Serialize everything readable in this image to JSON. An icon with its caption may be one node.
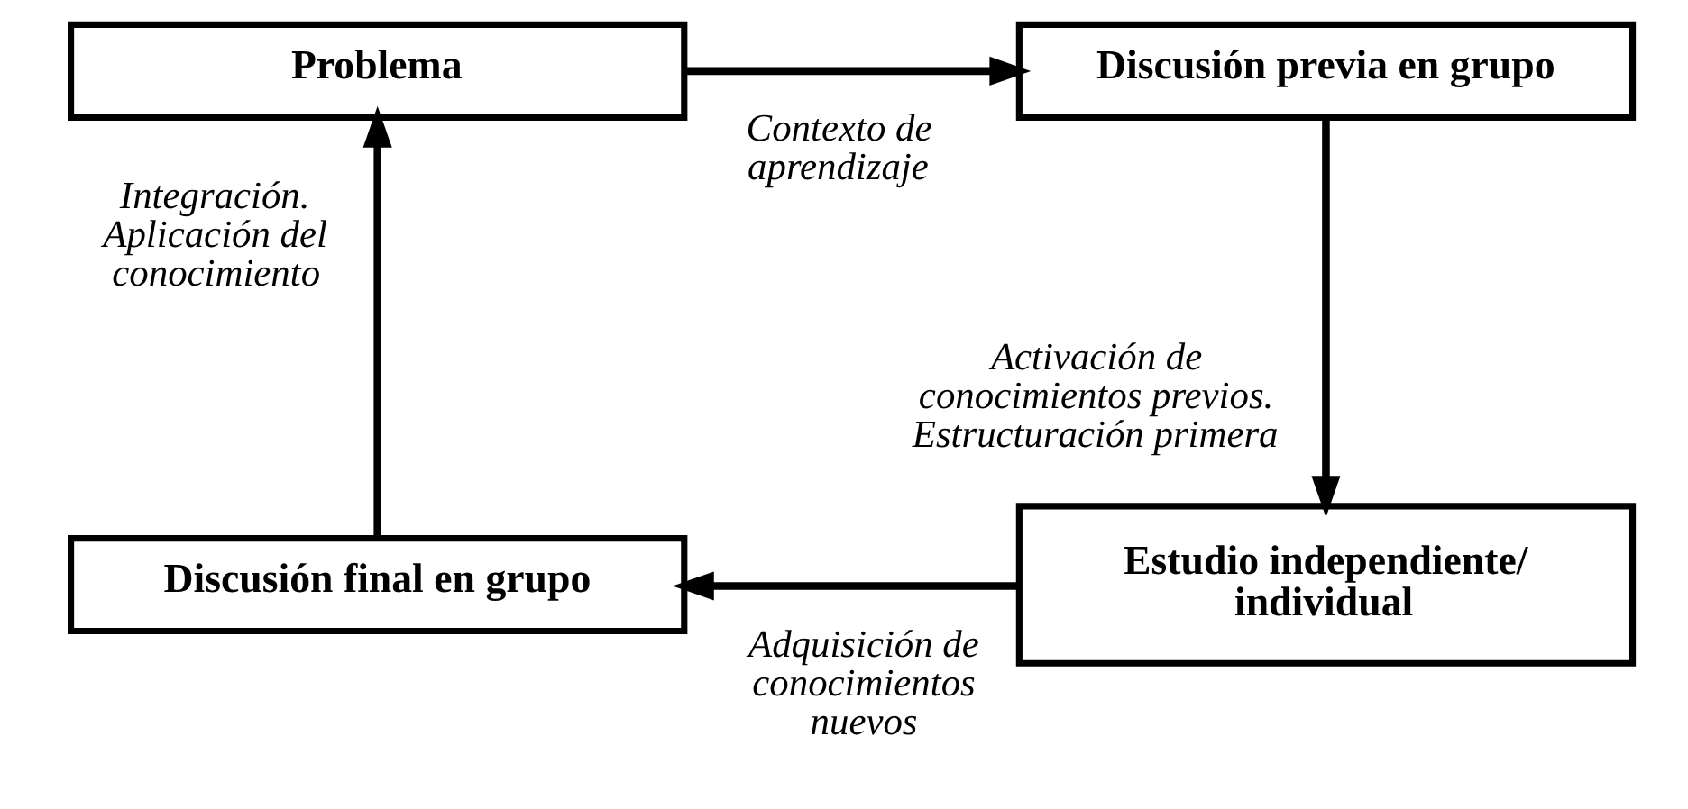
{
  "diagram": {
    "nodes": [
      {
        "text": [
          "Problema"
        ]
      },
      {
        "text": [
          "Discusión previa en grupo"
        ]
      },
      {
        "text": [
          "Estudio independiente/ individual"
        ]
      },
      {
        "text": [
          "Discusión final en grupo"
        ]
      }
    ],
    "edges": [
      {
        "from": 0,
        "to": 1,
        "arrow": "to",
        "label": "Contexto de aprendizaje"
      },
      {
        "from": 1,
        "to": 2,
        "arrow": "to",
        "label": "Activación de conocimientos previos. Estructuración primera"
      },
      {
        "from": 2,
        "to": 3,
        "arrow": "to",
        "label": "Adquisición de conocimientos nuevos"
      },
      {
        "from": 3,
        "to": 0,
        "arrow": "to",
        "label": "Integración. Aplicación del conocimiento"
      }
    ]
  }
}
